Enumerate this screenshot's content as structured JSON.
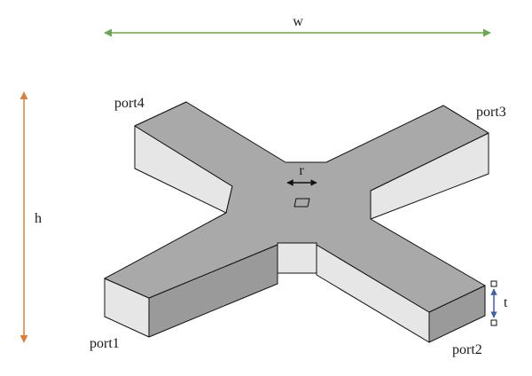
{
  "labels": {
    "width": "w",
    "height": "h",
    "radius": "r",
    "thickness": "t",
    "port1": "port1",
    "port2": "port2",
    "port3": "port3",
    "port4": "port4"
  },
  "colors": {
    "top_face": "#a9a9a9",
    "side_light": "#e6e6e6",
    "side_dark": "#9a9a9a",
    "edge": "#111111",
    "width_arrow": "#6aa84f",
    "height_arrow": "#d9823b",
    "thickness_arrow": "#3d5fa8",
    "radius_arrow": "#111111"
  },
  "icons": {
    "width_dimension": "double-arrow-horizontal-icon",
    "height_dimension": "double-arrow-vertical-icon",
    "radius_dimension": "double-arrow-small-icon",
    "thickness_dimension": "double-arrow-thickness-icon"
  }
}
